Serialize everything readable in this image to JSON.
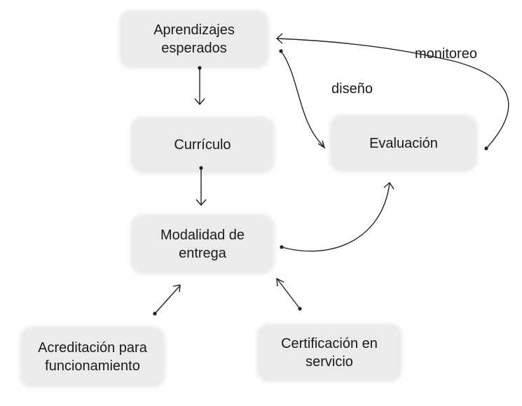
{
  "nodes": {
    "aprendizajes": "Aprendizajes\nesperados",
    "curriculo": "Currículo",
    "modalidad": "Modalidad de\nentrega",
    "evaluacion": "Evaluación",
    "acreditacion": "Acreditación para\nfuncionamiento",
    "certificacion": "Certificación en\nservicio"
  },
  "edge_labels": {
    "diseno": "diseño",
    "monitoreo": "monitoreo"
  }
}
